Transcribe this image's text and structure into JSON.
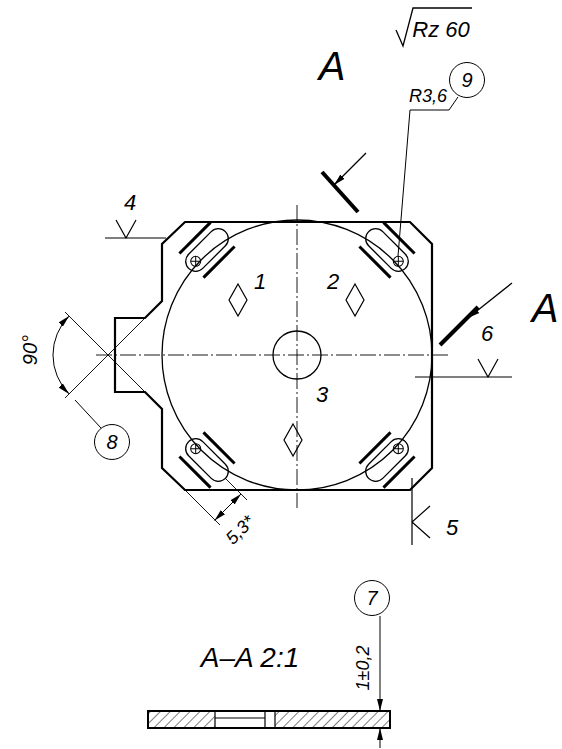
{
  "diagram": {
    "nodes": [
      {
        "text": [
          "9"
        ]
      },
      {
        "text": [
          "8"
        ]
      },
      {
        "text": [
          "7"
        ]
      }
    ],
    "labels": [
      "Rz 60",
      "A",
      "R3,6",
      "4",
      "1",
      "2",
      "A",
      "6",
      "90°",
      "3",
      "5",
      "5,3*",
      "A–A 2:1",
      "1±0,2"
    ]
  }
}
